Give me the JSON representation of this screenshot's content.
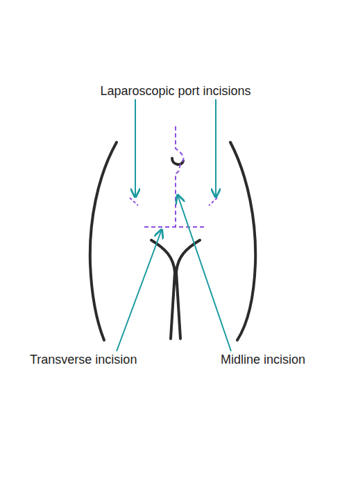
{
  "diagram": {
    "labels": [
      "Laparoscopic port incisions",
      "Transverse incision",
      "Midline incision"
    ]
  }
}
